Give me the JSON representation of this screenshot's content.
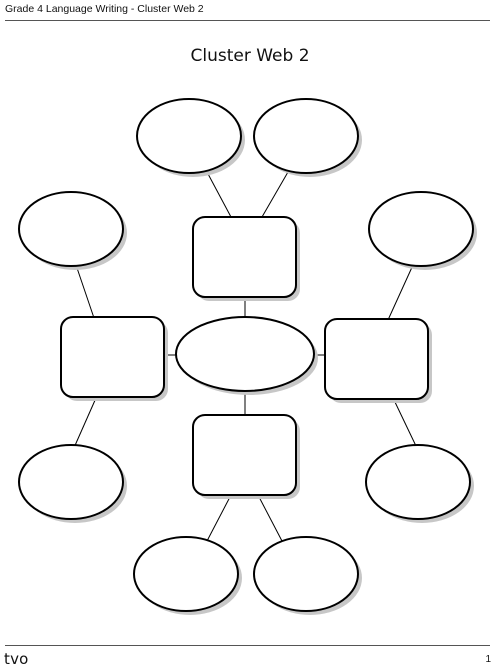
{
  "document": {
    "header": "Grade 4 Language Writing - Cluster Web 2",
    "title": "Cluster Web 2",
    "footer": {
      "logo": "tvo",
      "page_number": "1"
    }
  }
}
